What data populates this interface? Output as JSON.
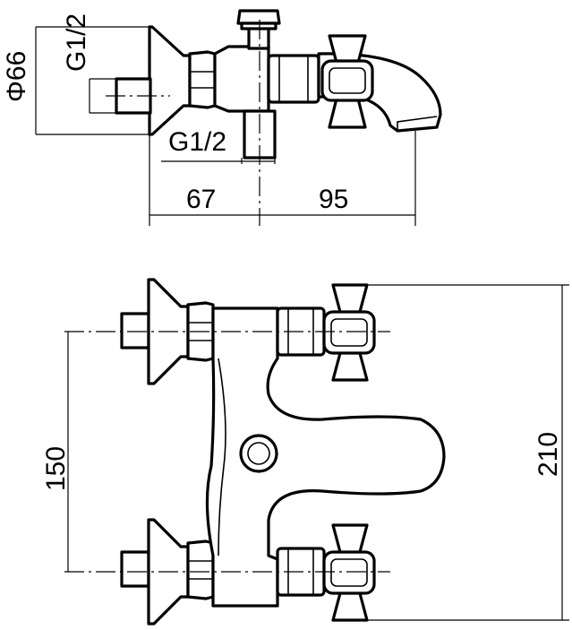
{
  "labels": {
    "diameter": "Φ66",
    "thread_side": "G1/2",
    "thread_bottom": "G1/2",
    "dim_left": "67",
    "dim_right": "95",
    "dim_height": "150",
    "dim_overall": "210"
  },
  "colors": {
    "line": "#000000",
    "background": "#ffffff"
  }
}
